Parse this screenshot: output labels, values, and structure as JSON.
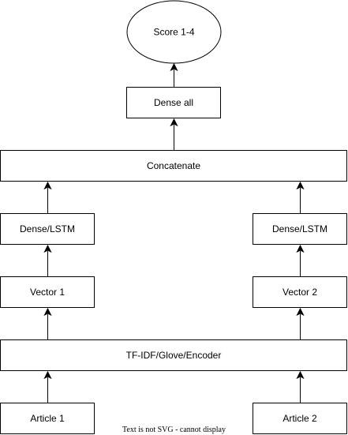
{
  "nodes": {
    "score": "Score 1-4",
    "dense_all": "Dense all",
    "concatenate": "Concatenate",
    "dense_lstm_left": "Dense/LSTM",
    "dense_lstm_right": "Dense/LSTM",
    "vector_1": "Vector 1",
    "vector_2": "Vector 2",
    "embedding": "TF-IDF/Glove/Encoder",
    "article_1": "Article 1",
    "article_2": "Article 2"
  },
  "footer_note": "Text is not SVG - cannot display",
  "colors": {
    "stroke": "#000000",
    "fill": "#ffffff",
    "text": "#000000"
  }
}
